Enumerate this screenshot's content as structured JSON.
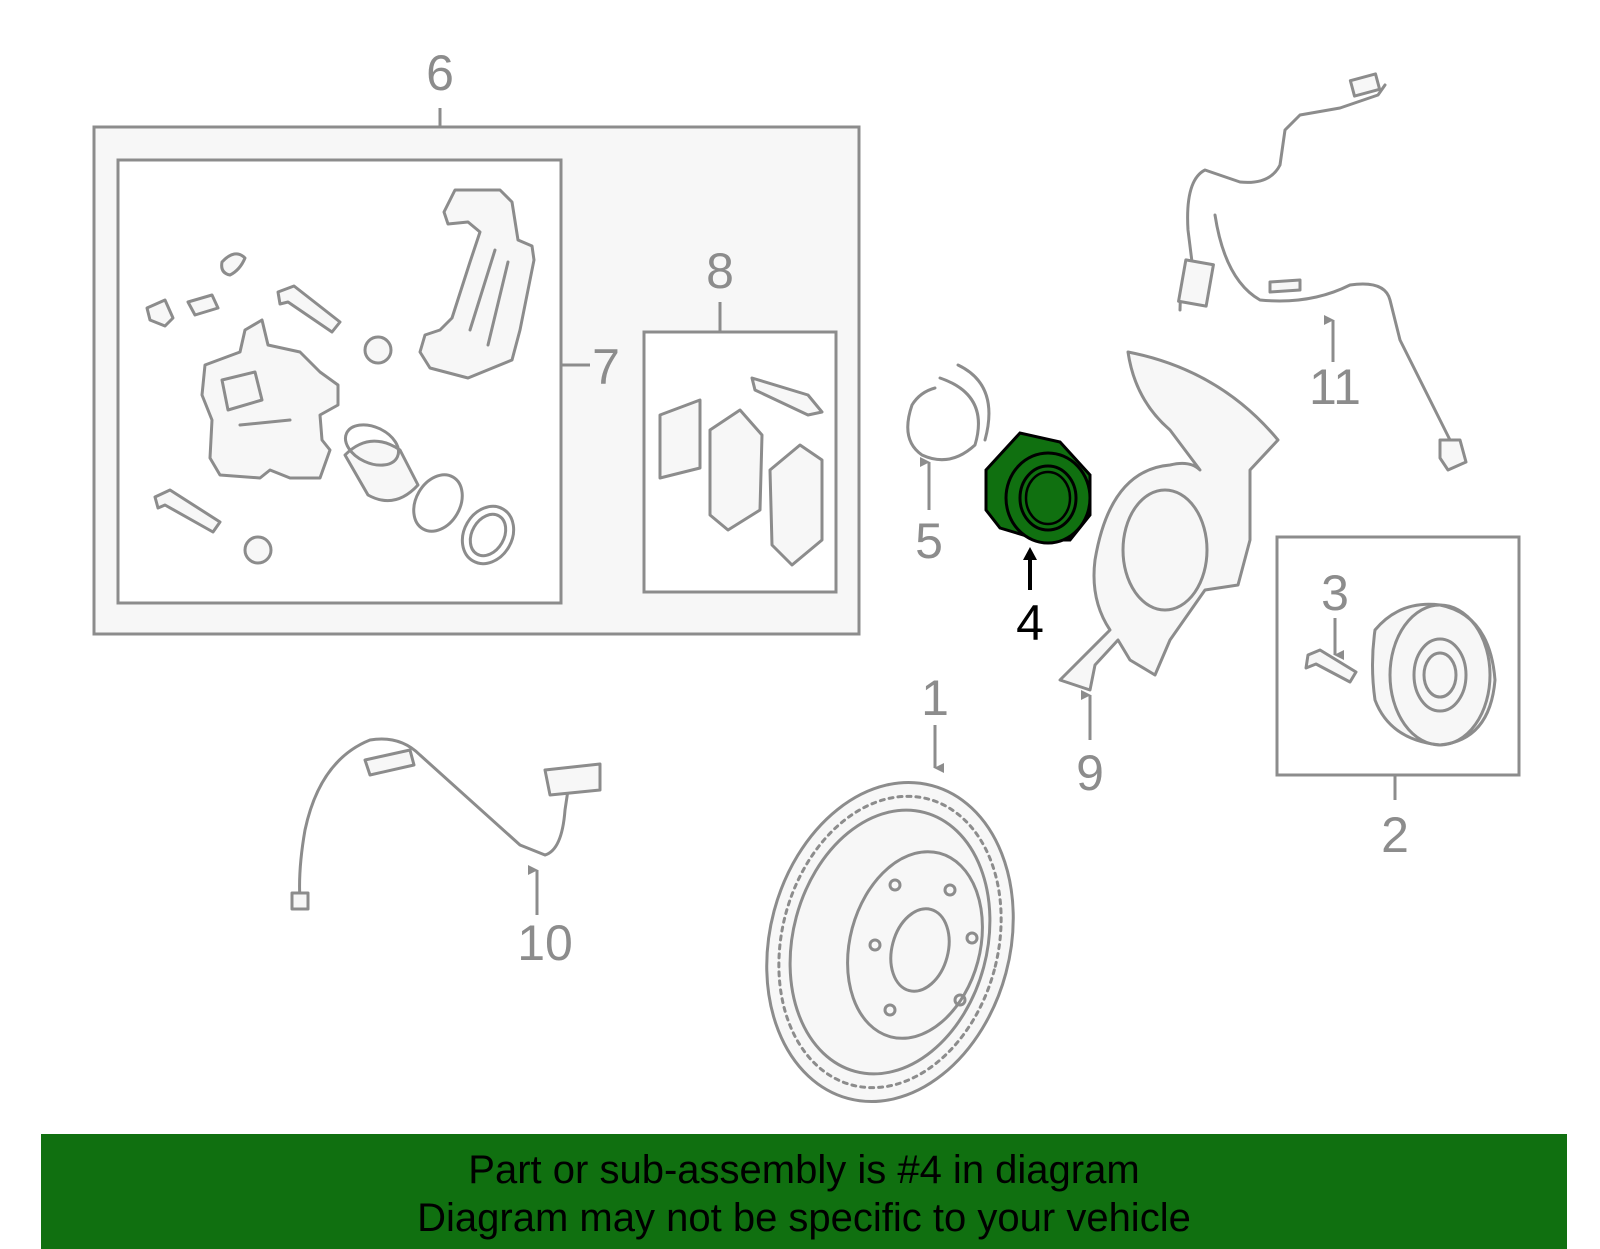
{
  "callouts": {
    "c1": "1",
    "c2": "2",
    "c3": "3",
    "c4": "4",
    "c5": "5",
    "c6": "6",
    "c7": "7",
    "c8": "8",
    "c9": "9",
    "c10": "10",
    "c11": "11"
  },
  "highlighted_part": "4",
  "colors": {
    "highlight": "#107010",
    "line": "#8c8c8c",
    "banner": "#107010"
  },
  "banner": {
    "line1": "Part or sub-assembly is #4 in diagram",
    "line2": "Diagram may not be specific to your vehicle"
  }
}
